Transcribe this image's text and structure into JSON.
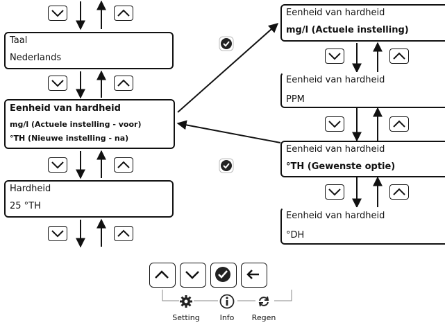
{
  "left_column": {
    "taal": {
      "title": "Taal",
      "value": "Nederlands"
    },
    "eenheid": {
      "title": "Eenheid van hardheid",
      "line1": "mg/l (Actuele instelling - voor)",
      "line2": "°TH (Nieuwe instelling - na)"
    },
    "hardheid": {
      "title": "Hardheid",
      "value": "25 °TH"
    }
  },
  "right_column": {
    "option1": {
      "title": "Eenheid van hardheid",
      "value": "mg/l (Actuele instelling)"
    },
    "option2": {
      "title": "Eenheid van hardheid",
      "value": "PPM"
    },
    "option3": {
      "title": "Eenheid van hardheid",
      "value": "°TH (Gewenste optie)"
    },
    "option4": {
      "title": "Eenheid van hardheid",
      "value": "°DH"
    }
  },
  "keypad": {
    "labels": {
      "setting": "Setting",
      "info": "Info",
      "regen": "Regen"
    },
    "icons": [
      "up-arrow-icon",
      "down-arrow-icon",
      "check-icon",
      "back-arrow-icon",
      "gear-icon",
      "info-icon",
      "regen-icon"
    ]
  }
}
